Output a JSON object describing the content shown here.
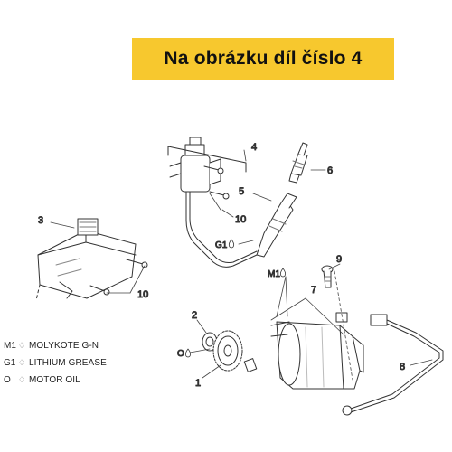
{
  "banner": {
    "text": "Na obrázku díl číslo 4",
    "background": "#f7c82e"
  },
  "callouts": {
    "c1": "1",
    "c2": "2",
    "c3": "3",
    "c4": "4",
    "c5": "5",
    "c6": "6",
    "c7": "7",
    "c8": "8",
    "c9": "9",
    "c10a": "10",
    "c10b": "10"
  },
  "lube_tags": {
    "g1": "G1",
    "m1": "M1",
    "o": "O"
  },
  "legend": [
    {
      "code": "M1",
      "icon": "drop-icon",
      "label": "MOLYKOTE G-N"
    },
    {
      "code": "G1",
      "icon": "drop-icon",
      "label": "LITHIUM GREASE"
    },
    {
      "code": "O",
      "icon": "drop-icon",
      "label": "MOTOR OIL"
    }
  ]
}
